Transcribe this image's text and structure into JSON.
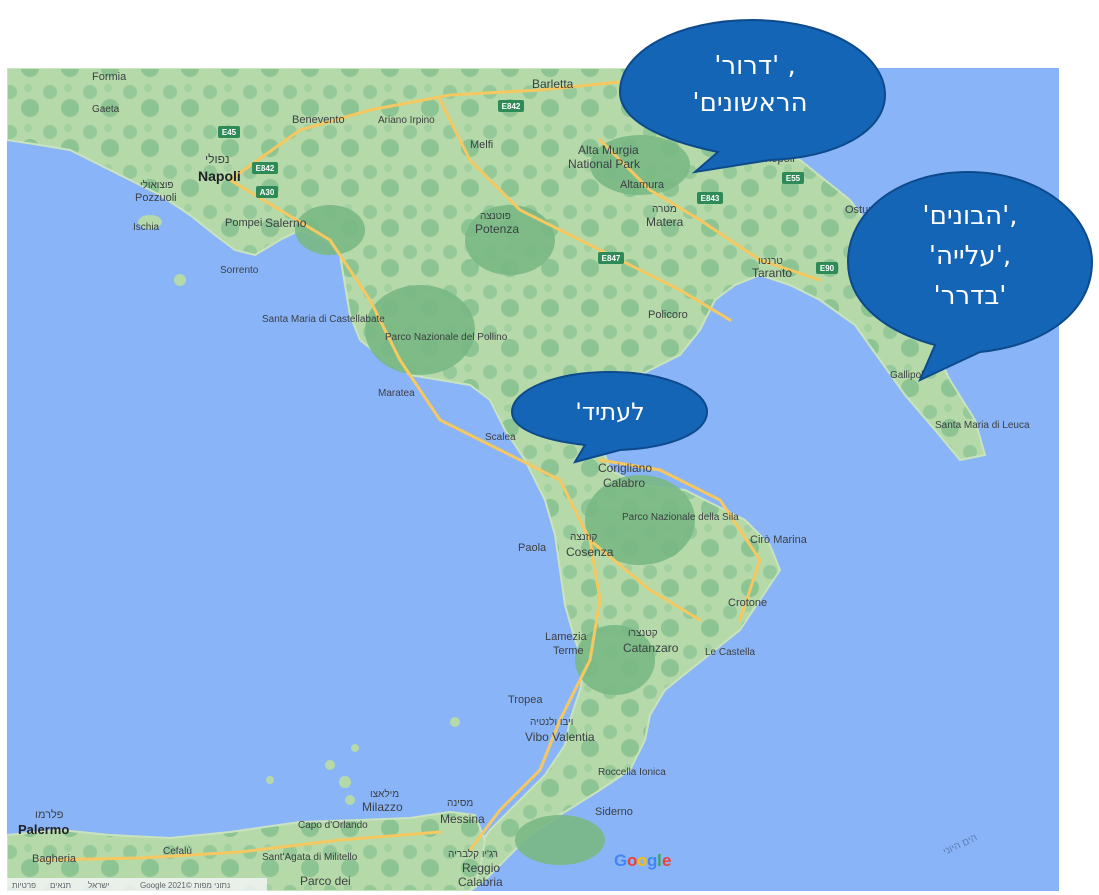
{
  "map_labels": {
    "napoli_he": "נפולי",
    "napoli": "Napoli",
    "pozzuoli": "Pozzuoli",
    "pozzuoli_he": "פוצואולי",
    "formia": "Formia",
    "gaeta": "Gaeta",
    "ischia": "Ischia",
    "pompei": "Pompei",
    "salerno": "Salerno",
    "sorrento": "Sorrento",
    "benevento": "Benevento",
    "ariano": "Ariano Irpino",
    "melfi": "Melfi",
    "barletta": "Barletta",
    "alta_murgia": "Alta Murgia",
    "national_park": "National Park",
    "altamura": "Altamura",
    "matera_he": "מטרה",
    "matera": "Matera",
    "potenza_he": "פוטנצה",
    "potenza": "Potenza",
    "monopoli": "Monopoli",
    "ostuni": "Ostuni",
    "taranto_he": "טרנטו",
    "taranto": "Taranto",
    "policoro": "Policoro",
    "gallipoli": "Gallipoli",
    "santa_maria": "Santa Maria di Leuca",
    "santa_maria_cast": "Santa Maria di Castellabate",
    "pollino": "Parco Nazionale del Pollino",
    "maratea": "Maratea",
    "scalea": "Scalea",
    "corigliano": "Corigliano",
    "calabro": "Calabro",
    "cosenza_he": "קוזנצה",
    "cosenza": "Cosenza",
    "paola": "Paola",
    "sila": "Parco Nazionale della Sila",
    "ciro_marina": "Cirò Marina",
    "crotone": "Crotone",
    "lamezia": "Lamezia",
    "terme": "Terme",
    "catanzaro_he": "קטנצרו",
    "catanzaro": "Catanzaro",
    "le_castella": "Le Castella",
    "tropea": "Tropea",
    "vibo_he": "ויבו ולנטיה",
    "vibo": "Vibo Valentia",
    "siderno": "Siderno",
    "roccella": "Roccella Ionica",
    "milazzo_he": "מילאצו",
    "milazzo": "Milazzo",
    "messina_he": "מסינה",
    "messina": "Messina",
    "reggio_he": "רג'יו קלבריה",
    "reggio": "Reggio",
    "calabria": "Calabria",
    "palermo_he": "פלרמו",
    "palermo": "Palermo",
    "bagheria": "Bagheria",
    "cefalu": "Cefalù",
    "santagata": "Sant'Agata di Militello",
    "parco_dei": "Parco dei",
    "capo": "Capo d'Orlando",
    "ionian": "הים היוני"
  },
  "road_shields": [
    "E45",
    "E842",
    "A30",
    "E843",
    "E847",
    "E90",
    "E55"
  ],
  "bubbles": {
    "dror_line1": "'דרור' ,",
    "dror_line2": "'הראשונים",
    "bonim_line1": "'הבונים',",
    "bonim_line2": "'עלייה',",
    "bonim_line3": "'בדרר'",
    "laatid": "'לעתיד"
  },
  "attribution": {
    "copyright": "Google 2021© נתוני מפות",
    "israel": "ישראל",
    "terms": "תנאים",
    "privacy": "פרטיות"
  },
  "google_logo": {
    "letters": [
      "G",
      "o",
      "o",
      "g",
      "l",
      "e"
    ],
    "colors": [
      "#4285f4",
      "#ea4335",
      "#fbbc05",
      "#4285f4",
      "#34a853",
      "#ea4335"
    ]
  },
  "colors": {
    "sea": "#8ab4f8",
    "land": "#b5d9a8",
    "forest": "#86c08b",
    "road": "#f6c861",
    "bubble": "#1565b7",
    "bubble_stroke": "#0d4a8c"
  }
}
